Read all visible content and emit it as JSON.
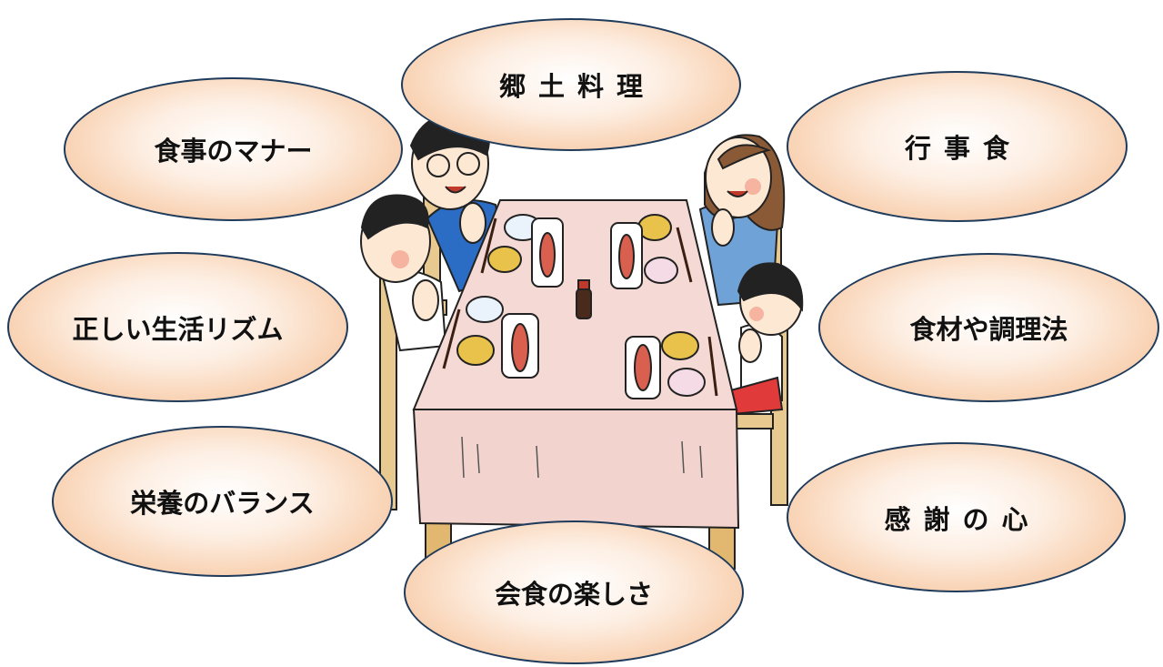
{
  "bubbles": {
    "kyodo_ryori": "郷土料理",
    "shokuji_manner": "食事のマナー",
    "gyoji_shoku": "行事食",
    "tadashii_rhythm": "正しい生活リズム",
    "shokuzai": "食材や調理法",
    "eiyo_balance": "栄養のバランス",
    "kansha": "感謝の心",
    "kaishoku": "会食の楽しさ"
  },
  "colors": {
    "bubble_fill": "#f8cfae",
    "bubble_border": "#1f3b5c",
    "tablecloth": "#f5d9d4",
    "chair_wood": "#e8c98f"
  },
  "illustration": {
    "subject": "family-of-four-at-dining-table-icon"
  }
}
